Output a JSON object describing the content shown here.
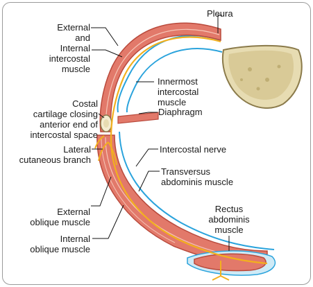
{
  "labels": {
    "pleura": "Pleura",
    "ext_int_intercostal": [
      "External",
      "and",
      "Internal",
      "intercostal",
      "muscle"
    ],
    "innermost_intercostal": [
      "Innermost",
      "intercostal",
      "muscle"
    ],
    "diaphragm": "Diaphragm",
    "costal_cartilage": [
      "Costal",
      "cartilage closing",
      "anterior end of",
      "intercostal space"
    ],
    "lateral_cutaneous": [
      "Lateral",
      "cutaneous branch"
    ],
    "intercostal_nerve": "Intercostal nerve",
    "transversus": [
      "Transversus",
      "abdominis muscle"
    ],
    "external_oblique": [
      "External",
      "oblique muscle"
    ],
    "internal_oblique": [
      "Internal",
      "oblique muscle"
    ],
    "rectus": [
      "Rectus",
      "abdominis",
      "muscle"
    ]
  },
  "colors": {
    "muscle": "#e2796a",
    "muscle_dark": "#b94a3c",
    "nerve": "#f2b01e",
    "fascia_blue": "#2aa3dc",
    "fascia_light": "#bfe3f2",
    "bone": "#d8c99a",
    "cartilage": "#f4ecd0",
    "leader": "#111111"
  }
}
